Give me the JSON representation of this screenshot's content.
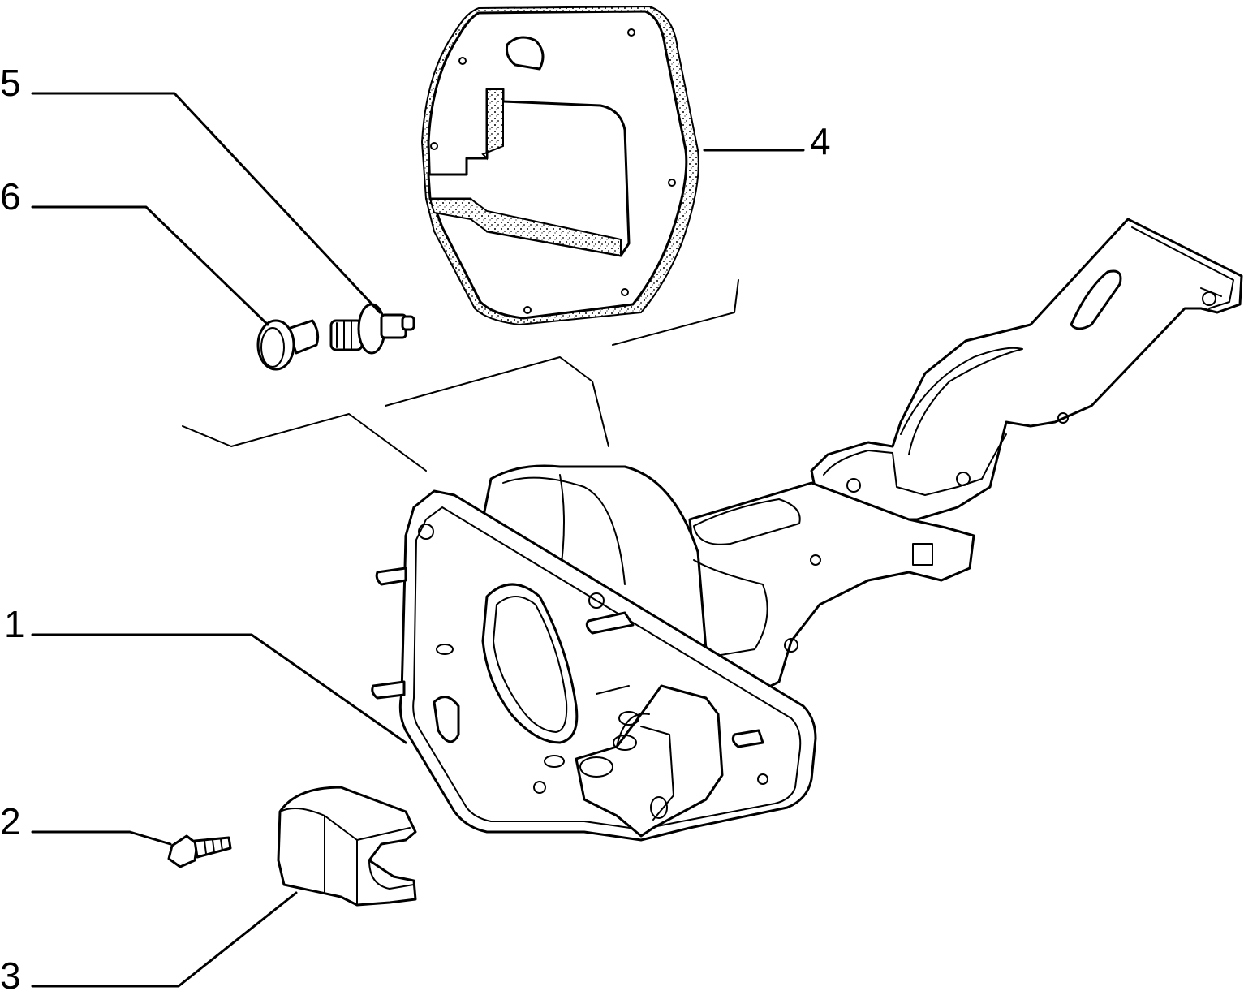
{
  "callouts": [
    {
      "id": "1",
      "text": "1"
    },
    {
      "id": "2",
      "text": "2"
    },
    {
      "id": "3",
      "text": "3"
    },
    {
      "id": "4",
      "text": "4"
    },
    {
      "id": "5",
      "text": "5"
    },
    {
      "id": "6",
      "text": "6"
    }
  ],
  "colors": {
    "line": "#000000",
    "background": "#ffffff"
  }
}
